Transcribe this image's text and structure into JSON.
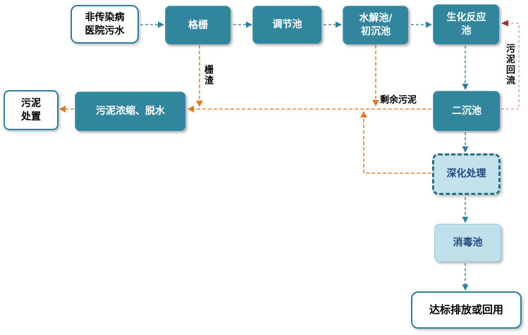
{
  "diagram_type": "wastewater-treatment-process-flowchart",
  "colors": {
    "process_box_fill": "#31859C",
    "process_box_text": "#ffffff",
    "terminal_box_border": "#2E7F99",
    "terminal_box_text": "#000000",
    "light_box_fill": "#BFE0EB",
    "light_box_text": "#1F497D",
    "light_box_dashed_border": "#2E6E80",
    "main_flow_arrow": "#4E8FA5",
    "main_flow_arrowhead": "#2E7F99",
    "sludge_flow_line": "#E8823C",
    "sludge_flow_arrowhead": "#E87722",
    "return_flow_line": "#E2B5B4",
    "return_flow_arrowhead": "#953735"
  },
  "nodes": {
    "source": {
      "lines": [
        "非传染病",
        "医院污水"
      ]
    },
    "grille": {
      "lines": [
        "格栅"
      ]
    },
    "regulating": {
      "lines": [
        "调节池"
      ]
    },
    "hydrolysis": {
      "lines": [
        "水解池/",
        "初沉池"
      ]
    },
    "biochemical": {
      "lines": [
        "生化反应",
        "池"
      ]
    },
    "secondary": {
      "lines": [
        "二沉池"
      ]
    },
    "advanced": {
      "lines": [
        "深化处理"
      ]
    },
    "disinfection": {
      "lines": [
        "消毒池"
      ]
    },
    "discharge": {
      "lines": [
        "达标排放或回用"
      ]
    },
    "sludge_treatment": {
      "lines": [
        "污泥浓缩、脱水"
      ]
    },
    "sludge_disposal": {
      "lines": [
        "污泥",
        "处置"
      ]
    }
  },
  "labels": {
    "grid_residue": "栅渣",
    "excess_sludge": "剩余污泥",
    "sludge_return": "污泥回流"
  }
}
